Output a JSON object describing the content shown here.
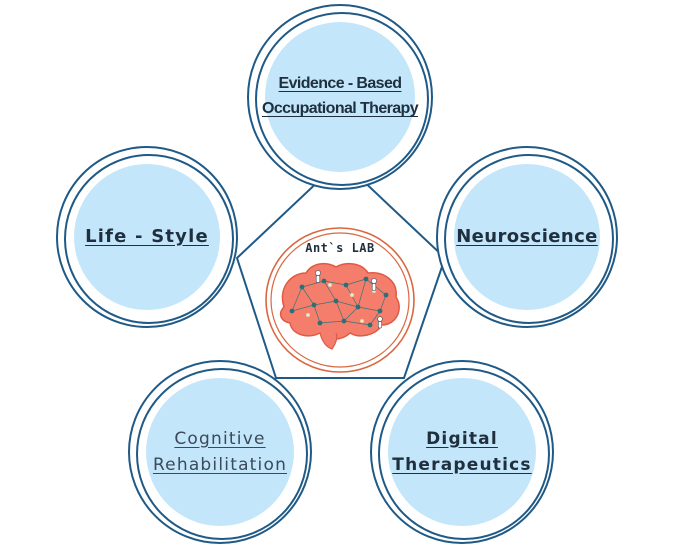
{
  "center": {
    "title": "Ant`s LAB",
    "colors": {
      "brain": "#f47e6b",
      "brain_edge": "#e05a45",
      "ring": "#d9673f",
      "network": "#2d6f78"
    }
  },
  "topics": {
    "top": {
      "line1": "Evidence - Based",
      "line2": "Occupational Therapy"
    },
    "left": {
      "line1": "Life - Style"
    },
    "right": {
      "line1": "Neuroscience"
    },
    "bottom_left": {
      "line1": "Cognitive",
      "line2": "Rehabilitation"
    },
    "bottom_right": {
      "line1": "Digital",
      "line2": "Therapeutics"
    }
  },
  "colors": {
    "ring": "#1f5a87",
    "fill": "#c3e6fb",
    "text": "#1f2f3d"
  }
}
